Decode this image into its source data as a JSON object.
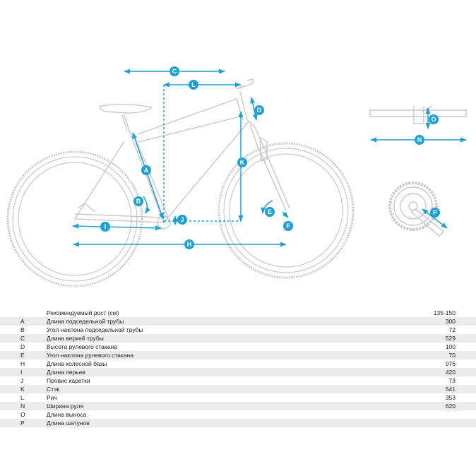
{
  "labels": {
    "A": "A",
    "B": "B",
    "C": "C",
    "D": "D",
    "E": "E",
    "F": "F",
    "H": "H",
    "I": "I",
    "J": "J",
    "K": "K",
    "L": "L",
    "N": "N",
    "O": "O",
    "P": "P"
  },
  "colors": {
    "accent": "#1ea0d4",
    "frame": "#c8c8c8",
    "row_shade": "#ececec"
  },
  "table": {
    "header": {
      "key": "",
      "label": "Рекомендуемый рост (см)",
      "value": "135-150"
    },
    "rows": [
      {
        "key": "A",
        "label": "Длина подседельной трубы",
        "value": "300"
      },
      {
        "key": "B",
        "label": "Угол наклона подседельной трубы",
        "value": "72"
      },
      {
        "key": "C",
        "label": "Длина верхей трубы",
        "value": "529"
      },
      {
        "key": "D",
        "label": "Высота рулевого стакана",
        "value": "100"
      },
      {
        "key": "E",
        "label": "Угол наклона рулевого стакана",
        "value": "70"
      },
      {
        "key": "H",
        "label": "Длина колесной базы",
        "value": "976"
      },
      {
        "key": "I",
        "label": "Длина перьев",
        "value": "420"
      },
      {
        "key": "J",
        "label": "Провис каретки",
        "value": "73"
      },
      {
        "key": "K",
        "label": "Стэк",
        "value": "541"
      },
      {
        "key": "L",
        "label": "Рич",
        "value": "353"
      },
      {
        "key": "N",
        "label": "Ширина руля",
        "value": "620"
      },
      {
        "key": "O",
        "label": "Длина выноса",
        "value": ""
      },
      {
        "key": "P",
        "label": "Длина шатунов",
        "value": ""
      }
    ]
  }
}
